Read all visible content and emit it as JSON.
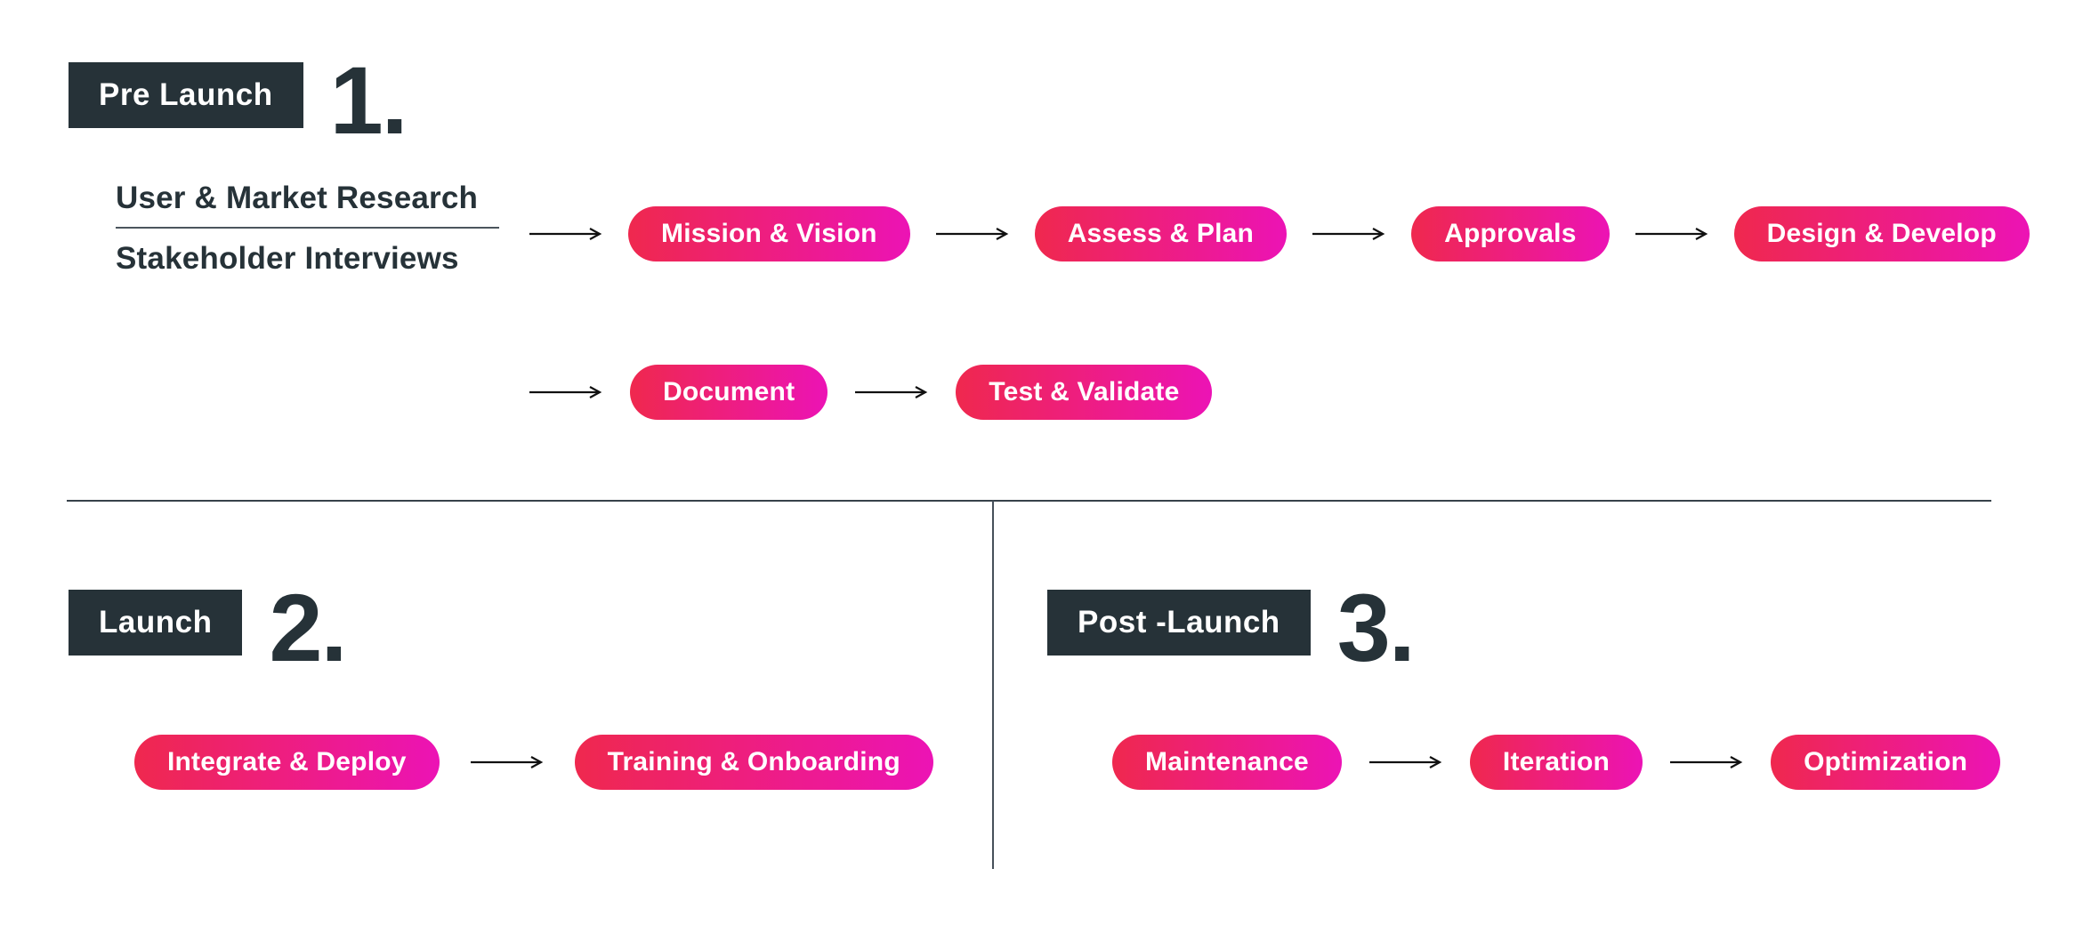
{
  "colors": {
    "badge_bg": "#263238",
    "badge_text": "#ffffff",
    "heading_text": "#263238",
    "pill_start": "#EF284E",
    "pill_end": "#EC13B5",
    "pill_text": "#ffffff",
    "arrow": "#111111",
    "divider": "#37424a",
    "page_bg": "#ffffff"
  },
  "phases": [
    {
      "badge": "Pre Launch",
      "number": "1.",
      "research": {
        "line1": "User & Market Research",
        "line2": "Stakeholder Interviews"
      },
      "rows": [
        {
          "steps": [
            "Mission & Vision",
            "Assess & Plan",
            "Approvals",
            "Design & Develop"
          ]
        },
        {
          "steps": [
            "Document",
            "Test & Validate"
          ]
        }
      ]
    },
    {
      "badge": "Launch",
      "number": "2.",
      "rows": [
        {
          "steps": [
            "Integrate & Deploy",
            "Training & Onboarding"
          ]
        }
      ]
    },
    {
      "badge": "Post -Launch",
      "number": "3.",
      "rows": [
        {
          "steps": [
            "Maintenance",
            "Iteration",
            "Optimization"
          ]
        }
      ]
    }
  ]
}
